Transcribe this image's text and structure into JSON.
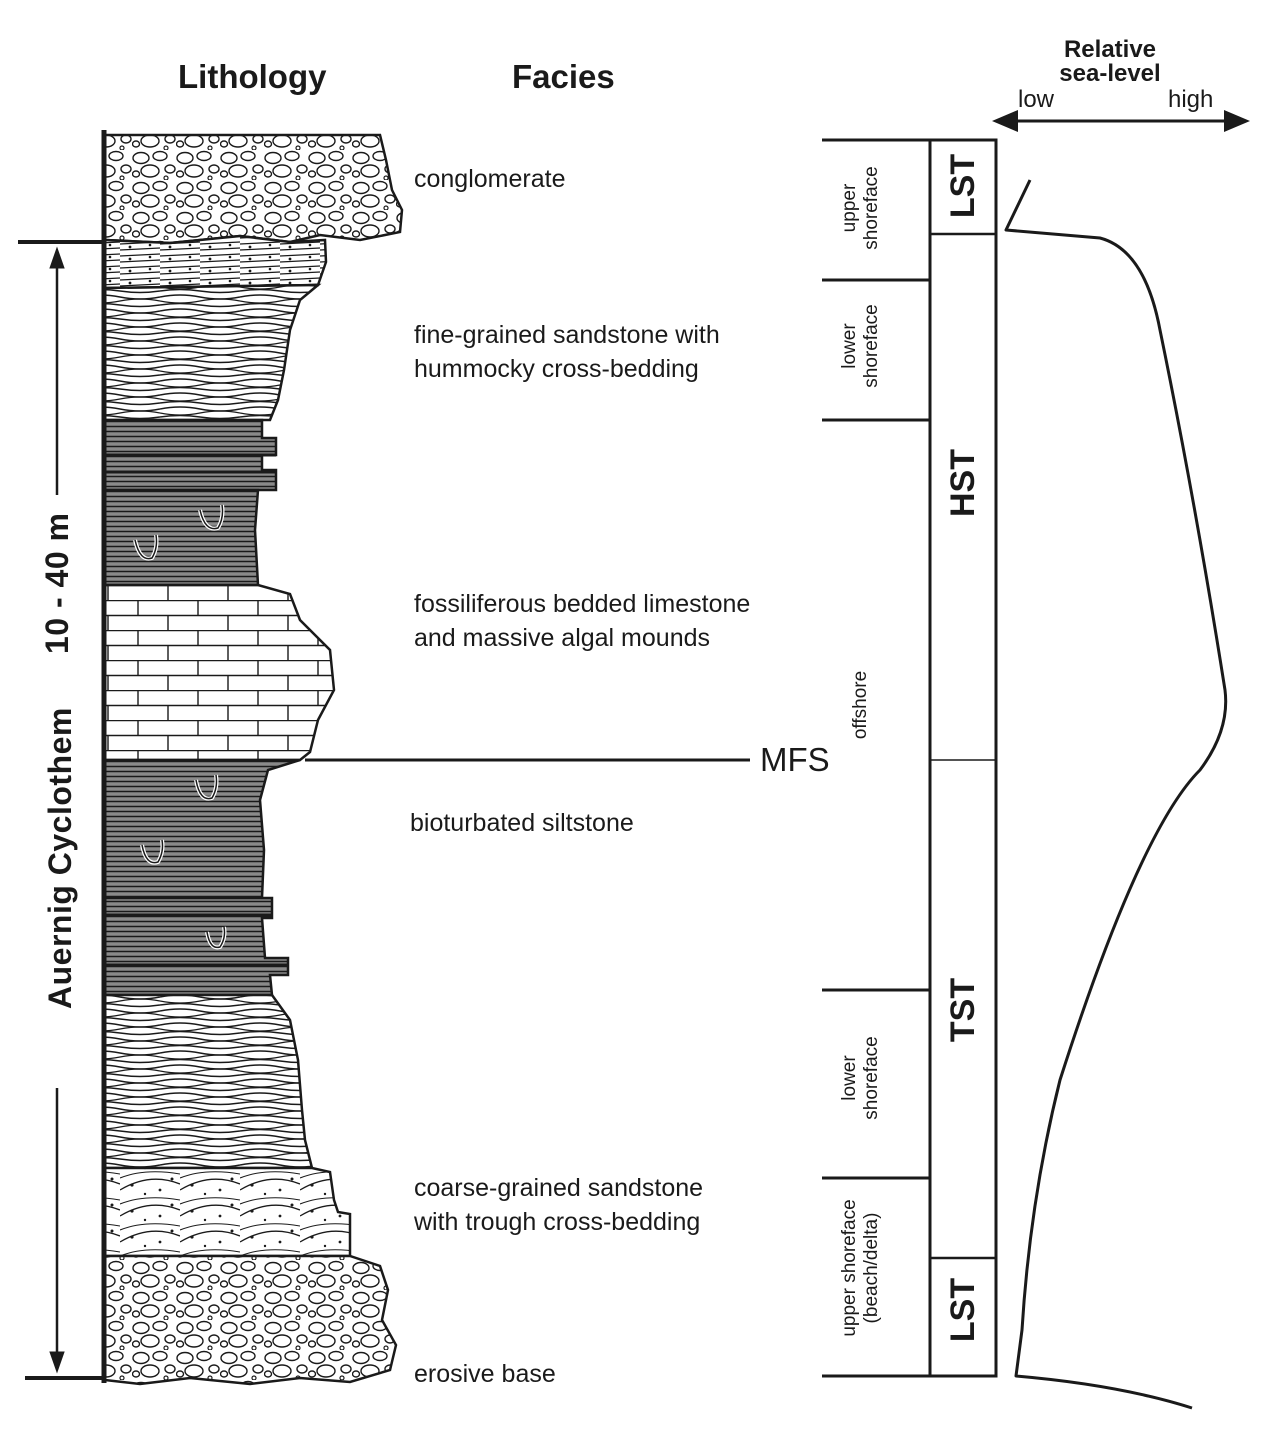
{
  "headers": {
    "lithology": "Lithology",
    "facies": "Facies",
    "sea_level_title": "Relative\nsea-level",
    "low": "low",
    "high": "high"
  },
  "cyclothem": {
    "name": "Auernig Cyclothem",
    "thickness": "10 - 40 m"
  },
  "facies_labels": [
    "conglomerate",
    "fine-grained sandstone with\nhummocky cross-bedding",
    "fossiliferous bedded limestone\nand massive algal mounds",
    "bioturbated siltstone",
    "coarse-grained sandstone\nwith trough cross-bedding",
    "erosive base"
  ],
  "mfs_label": "MFS",
  "environments": [
    "upper\nshoreface",
    "lower\nshoreface",
    "offshore",
    "lower\nshoreface",
    "upper shoreface\n(beach/delta)"
  ],
  "systems_tracts": [
    "LST",
    "HST",
    "TST",
    "LST"
  ],
  "colors": {
    "ink": "#1a1a1a",
    "paper": "#ffffff",
    "shale": "#7a7a7a"
  }
}
